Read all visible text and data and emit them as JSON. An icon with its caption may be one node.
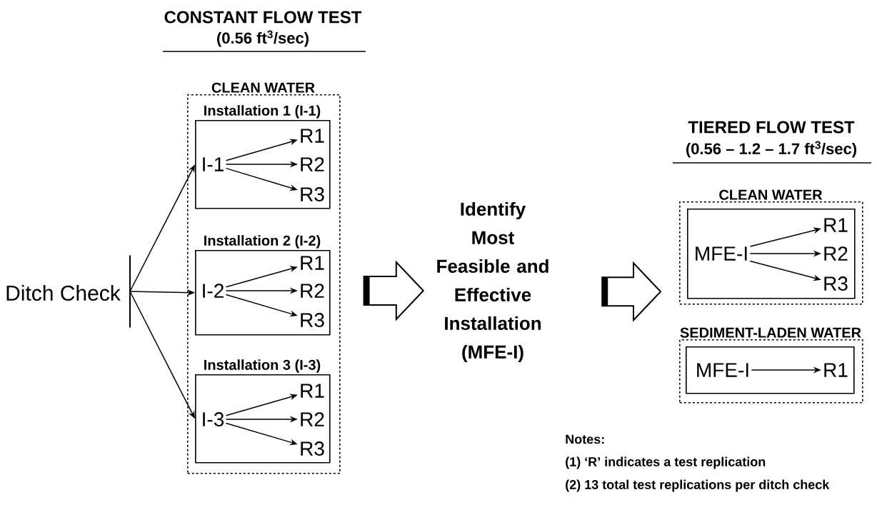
{
  "diagram": {
    "nodes": [
      {
        "text": [
          "CLEAN WATER"
        ]
      },
      {
        "text": [
          "Installation 1 (I-1)"
        ],
        "in": 0
      },
      {
        "text": [
          "I-1"
        ],
        "in": 1
      },
      {
        "text": [
          "R1"
        ],
        "in": 1
      },
      {
        "text": [
          "R2"
        ],
        "in": 1
      },
      {
        "text": [
          "R3"
        ],
        "in": 1
      },
      {
        "text": [
          "Installation 2 (I-2)"
        ],
        "in": 0
      },
      {
        "text": [
          "I-2"
        ],
        "in": 6
      },
      {
        "text": [
          "R1"
        ],
        "in": 6
      },
      {
        "text": [
          "R2"
        ],
        "in": 6
      },
      {
        "text": [
          "R3"
        ],
        "in": 6
      },
      {
        "text": [
          "Installation 3 (I-3)"
        ],
        "in": 0
      },
      {
        "text": [
          "I-3"
        ],
        "in": 11
      },
      {
        "text": [
          "R1"
        ],
        "in": 11
      },
      {
        "text": [
          "R2"
        ],
        "in": 11
      },
      {
        "text": [
          "R3"
        ],
        "in": 11
      },
      {
        "text": [
          "Ditch Check"
        ]
      },
      {
        "text": [],
        "shape": "bar"
      },
      {
        "text": [
          "Identify Most Feasible and Effective Installation (MFE-I)"
        ]
      },
      {
        "text": [
          "CLEAN WATER"
        ]
      },
      {
        "text": [],
        "shape": "box",
        "in": 19
      },
      {
        "text": [
          "MFE-I"
        ],
        "in": 20
      },
      {
        "text": [
          "R1"
        ],
        "in": 20
      },
      {
        "text": [
          "R2"
        ],
        "in": 20
      },
      {
        "text": [
          "R3"
        ],
        "in": 20
      },
      {
        "text": [
          "SEDIMENT-LADEN WATER"
        ]
      },
      {
        "text": [],
        "shape": "box",
        "in": 25
      },
      {
        "text": [
          "MFE-I"
        ],
        "in": 26
      },
      {
        "text": [
          "R1"
        ],
        "in": 26
      }
    ],
    "edges": [
      {
        "from": 17,
        "to": 1,
        "arrow": "to"
      },
      {
        "from": 17,
        "to": 6,
        "arrow": "to"
      },
      {
        "from": 17,
        "to": 11,
        "arrow": "to"
      },
      {
        "from": 2,
        "to": 3,
        "arrow": "to"
      },
      {
        "from": 2,
        "to": 4,
        "arrow": "to"
      },
      {
        "from": 2,
        "to": 5,
        "arrow": "to"
      },
      {
        "from": 7,
        "to": 8,
        "arrow": "to"
      },
      {
        "from": 7,
        "to": 9,
        "arrow": "to"
      },
      {
        "from": 7,
        "to": 10,
        "arrow": "to"
      },
      {
        "from": 12,
        "to": 13,
        "arrow": "to"
      },
      {
        "from": 12,
        "to": 14,
        "arrow": "to"
      },
      {
        "from": 12,
        "to": 15,
        "arrow": "to"
      },
      {
        "from": 0,
        "to": 18,
        "arrow": "to",
        "style": "thick"
      },
      {
        "from": 18,
        "to": 19,
        "arrow": "to",
        "style": "thick"
      },
      {
        "from": 21,
        "to": 22,
        "arrow": "to"
      },
      {
        "from": 21,
        "to": 23,
        "arrow": "to"
      },
      {
        "from": 21,
        "to": 24,
        "arrow": "to"
      },
      {
        "from": 27,
        "to": 28,
        "arrow": "to"
      }
    ],
    "labels": [
      "CONSTANT FLOW TEST",
      "(0.56 ft$^{3}$/sec)",
      "TIERED FLOW TEST",
      "(0.56 – 1.2 – 1.7 ft$^{3}$/sec)",
      "Notes:",
      "(1) ‘R’ indicates a test replication",
      "(2) 13 total test replications per ditch check"
    ]
  }
}
